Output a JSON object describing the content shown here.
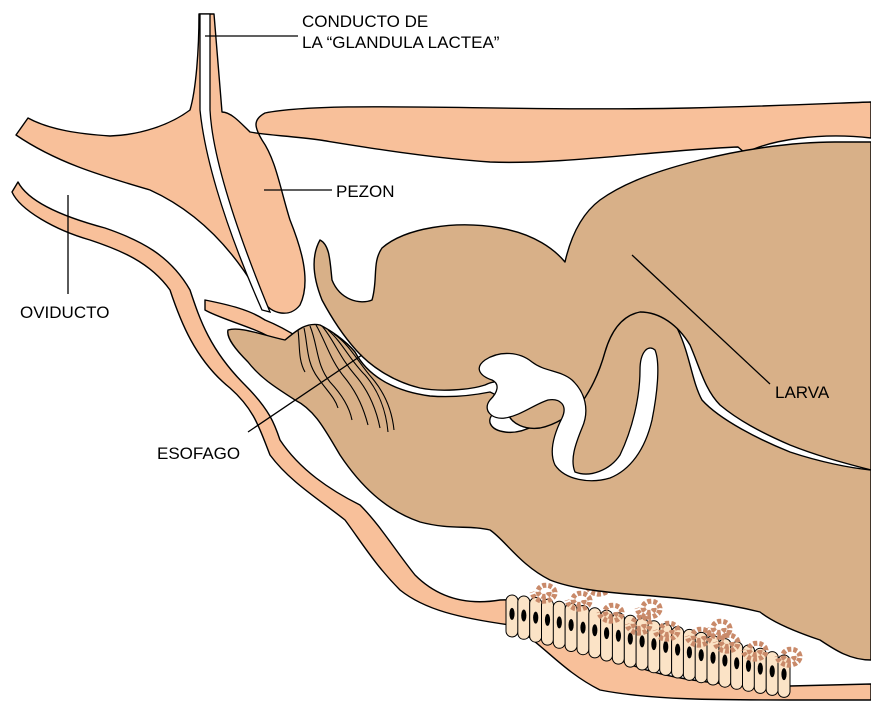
{
  "labels": {
    "duct_line1": "CONDUCTO DE",
    "duct_line2": "LA “GLANDULA LACTEA”",
    "nipple": "PEZON",
    "oviduct": "OVIDUCTO",
    "larva": "LARVA",
    "esophagus": "ESOFAGO"
  },
  "colors": {
    "maternal_tissue": "#f8c09a",
    "larva": "#d8b088",
    "uterine_cells": "#fbe3c6",
    "coiled_tubules": "#c98a6a",
    "outline": "#000000",
    "background": "#ffffff"
  }
}
